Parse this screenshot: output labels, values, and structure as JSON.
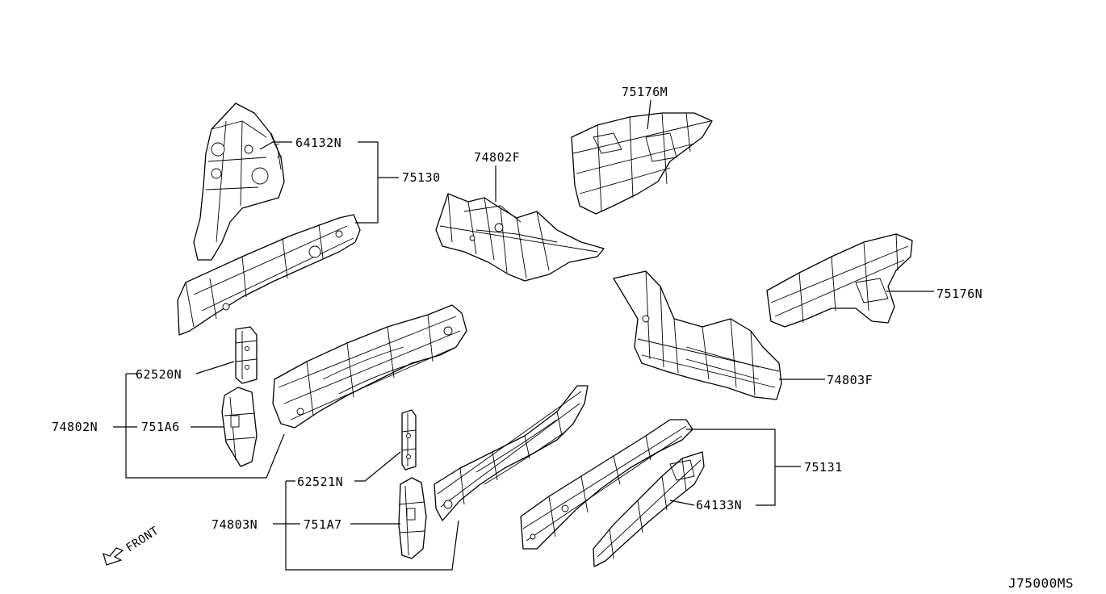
{
  "diagram_id": "J75000MS",
  "front_label": "FRONT",
  "labels": {
    "p64132N": "64132N",
    "p75130": "75130",
    "p74802F": "74802F",
    "p75176M": "75176M",
    "p75176N": "75176N",
    "p74803F": "74803F",
    "p62520N": "62520N",
    "p74802N": "74802N",
    "p751A6": "751A6",
    "p62521N": "62521N",
    "p74803N": "74803N",
    "p751A7": "751A7",
    "p75131": "75131",
    "p64133N": "64133N"
  },
  "icons": {
    "front_arrow": "arrow-left-down-icon"
  }
}
